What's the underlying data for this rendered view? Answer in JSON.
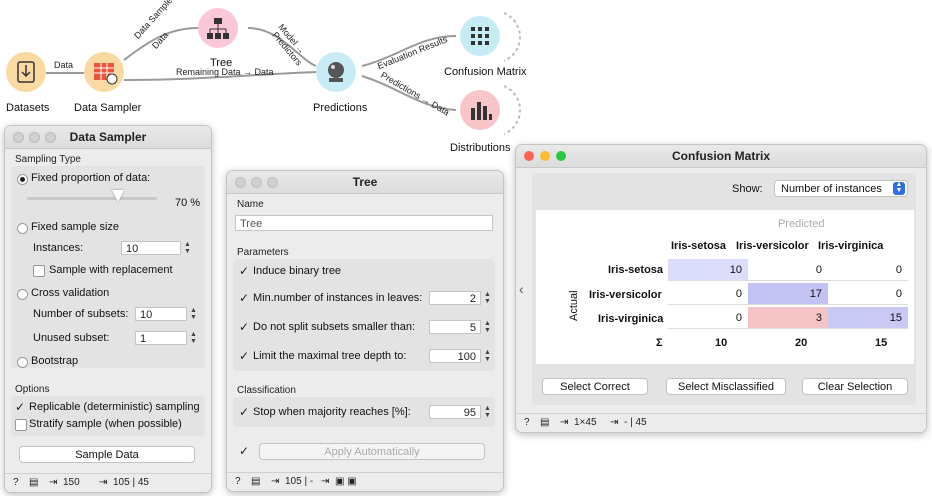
{
  "workflow": {
    "nodes": {
      "datasets": "Datasets",
      "data_sampler": "Data Sampler",
      "tree": "Tree",
      "predictions": "Predictions",
      "confusion_matrix": "Confusion Matrix",
      "distributions": "Distributions"
    },
    "edges": {
      "data": "Data",
      "data_sample": "Data Sample →",
      "data_sample2": "Data",
      "model": "Model →",
      "predictors": "Predictors",
      "remaining": "Remaining Data → Data",
      "eval": "Evaluation Results",
      "pred_data": "Predictions → Data"
    },
    "colors": {
      "datasets": "#fbd9a3",
      "sampler": "#fbd9a3",
      "tree": "#f9c7d9",
      "predictions": "#c7ecf5",
      "confusion": "#c7ecf5",
      "distributions": "#f8c6c9"
    }
  },
  "data_sampler": {
    "title": "Data Sampler",
    "sampling_type": "Sampling Type",
    "fixed_proportion": "Fixed proportion of data:",
    "proportion_value": "70 %",
    "proportion_fraction": 0.7,
    "fixed_size": "Fixed sample size",
    "instances_label": "Instances:",
    "instances_value": "10",
    "sample_replacement": "Sample with replacement",
    "cross_validation": "Cross validation",
    "num_subsets_label": "Number of subsets:",
    "num_subsets_value": "10",
    "unused_subset_label": "Unused subset:",
    "unused_subset_value": "1",
    "bootstrap": "Bootstrap",
    "options": "Options",
    "replicable": "Replicable (deterministic) sampling",
    "stratify": "Stratify sample (when possible)",
    "sample_button": "Sample Data",
    "status_in": "150",
    "status_out": "105 | 45"
  },
  "tree": {
    "title": "Tree",
    "name_section": "Name",
    "name_value": "Tree",
    "parameters": "Parameters",
    "binary": "Induce binary tree",
    "min_inst": "Min.number of instances in leaves:",
    "min_inst_value": "2",
    "no_split": "Do not split subsets smaller than:",
    "no_split_value": "5",
    "max_depth": "Limit the maximal tree depth to:",
    "max_depth_value": "100",
    "classification": "Classification",
    "majority": "Stop when majority reaches [%]:",
    "majority_value": "95",
    "apply_button": "Apply Automatically",
    "status_in": "105 | -"
  },
  "confusion": {
    "title": "Confusion Matrix",
    "show_label": "Show:",
    "show_value": "Number of instances",
    "predicted": "Predicted",
    "actual": "Actual",
    "columns": [
      "Iris-setosa",
      "Iris-versicolor",
      "Iris-virginica"
    ],
    "rows": [
      {
        "label": "Iris-setosa",
        "values": [
          "10",
          "0",
          "0"
        ],
        "colors": [
          "#dcdcfb",
          "#ffffff",
          "#ffffff"
        ]
      },
      {
        "label": "Iris-versicolor",
        "values": [
          "0",
          "17",
          "0"
        ],
        "colors": [
          "#ffffff",
          "#c3c3f4",
          "#ffffff"
        ]
      },
      {
        "label": "Iris-virginica",
        "values": [
          "0",
          "3",
          "15"
        ],
        "colors": [
          "#ffffff",
          "#f5c4c6",
          "#c9c9f4"
        ]
      }
    ],
    "sum_symbol": "Σ",
    "sums": [
      "10",
      "20",
      "15"
    ],
    "select_correct": "Select Correct",
    "select_mis": "Select Misclassified",
    "clear": "Clear Selection",
    "status_in": "1×45",
    "status_out": "- | 45"
  }
}
